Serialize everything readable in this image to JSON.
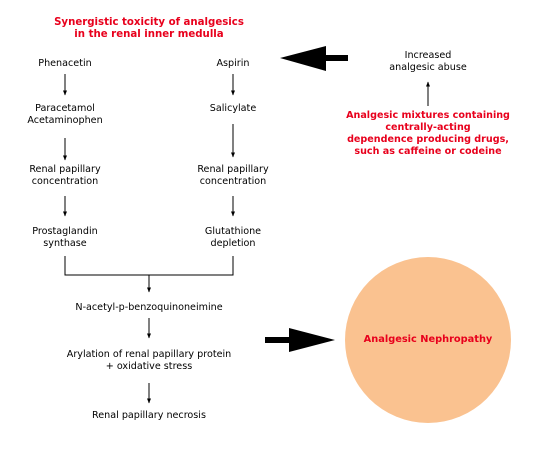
{
  "title": [
    "Synergistic toxicity of analgesics",
    "in the renal inner medulla"
  ],
  "left_chain": [
    [
      "Phenacetin"
    ],
    [
      "Paracetamol",
      "Acetaminophen"
    ],
    [
      "Renal papillary",
      "concentration"
    ],
    [
      "Prostaglandin",
      "synthase"
    ]
  ],
  "right_chain": [
    [
      "Aspirin"
    ],
    [
      "Salicylate"
    ],
    [
      "Renal papillary",
      "concentration"
    ],
    [
      "Glutathione",
      "depletion"
    ]
  ],
  "lower_chain": [
    [
      "N-acetyl-p-benzoquinoneimine"
    ],
    [
      "Arylation of renal papillary protein",
      "+ oxidative stress"
    ],
    [
      "Renal papillary necrosis"
    ]
  ],
  "abuse": [
    "Increased",
    "analgesic abuse"
  ],
  "mixtures": [
    "Analgesic mixtures containing",
    "centrally-acting",
    "dependence producing drugs,",
    "such as caffeine or codeine"
  ],
  "outcome": "Analgesic Nephropathy",
  "colors": {
    "highlight": "#e8001c",
    "circle": "#fac290"
  }
}
